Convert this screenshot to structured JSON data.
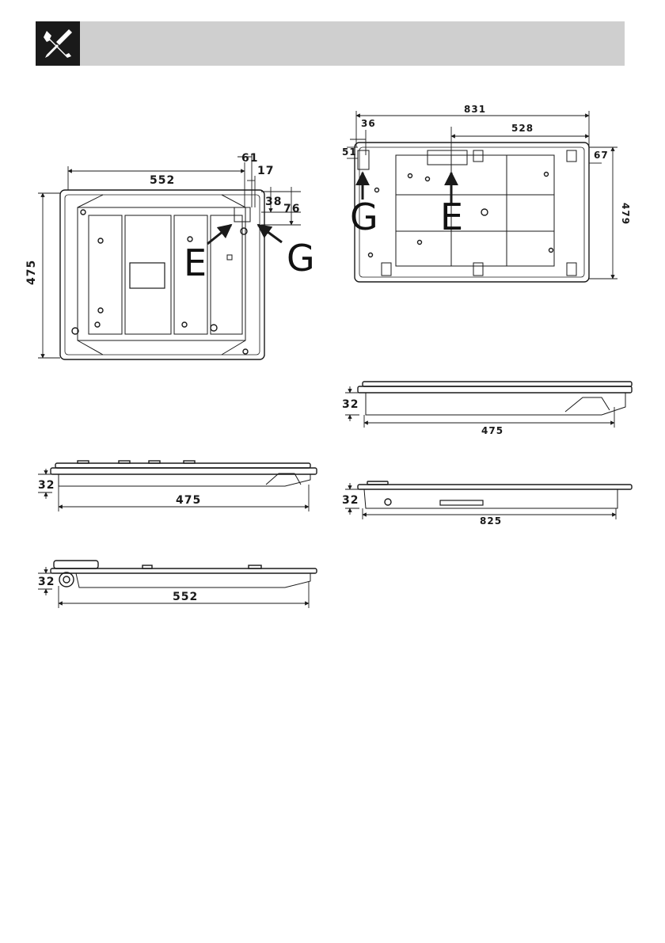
{
  "header": {
    "icon": "tools-icon"
  },
  "left_top": {
    "width": "552",
    "height": "475",
    "d61": "61",
    "d17": "17",
    "d38": "38",
    "d76": "76",
    "label_e": "E",
    "label_g": "G"
  },
  "left_side1": {
    "height": "32",
    "length": "475"
  },
  "left_side2": {
    "height": "32",
    "length": "552"
  },
  "right_top": {
    "width": "831",
    "d528": "528",
    "d36": "36",
    "d51": "51",
    "d67": "67",
    "height": "479",
    "label_e": "E",
    "label_g": "G"
  },
  "right_side1": {
    "height": "32",
    "length": "475"
  },
  "right_side2": {
    "height": "32",
    "length": "825"
  },
  "colors": {
    "header_bg": "#cfcfcf",
    "icon_bg": "#1a1a1a",
    "ink": "#1a1a1a"
  }
}
